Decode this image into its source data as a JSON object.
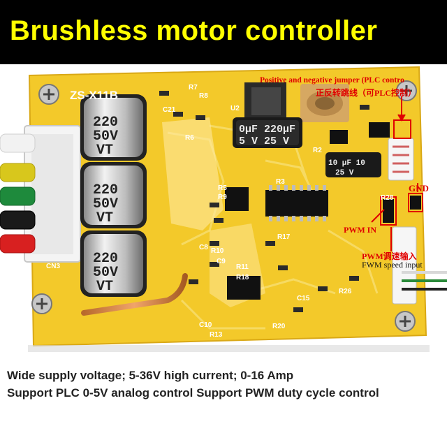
{
  "title": "Brushless motor controller",
  "board": {
    "model": "ZS-X11B",
    "capacitors": [
      {
        "line1": "220",
        "line2": "50V",
        "line3": "VT"
      },
      {
        "line1": "220",
        "line2": "50V",
        "line3": "VT"
      },
      {
        "line1": "220",
        "line2": "50V",
        "line3": "VT"
      }
    ],
    "cap_small_1": {
      "text1": "0µF 220µF",
      "text2": "5 V  25 V"
    },
    "cap_small_2": {
      "text1": "10 µF 10",
      "text2": "25 V"
    },
    "labels": [
      "R7",
      "R8",
      "C21",
      "R6",
      "U2",
      "R2",
      "R5",
      "R9",
      "R3",
      "R17",
      "R11",
      "R18",
      "R10",
      "C9",
      "C8",
      "C10",
      "R13",
      "R20",
      "R26",
      "R28",
      "CN3",
      "C15"
    ]
  },
  "annotations": {
    "jumper_en": "Positive and negative jumper (PLC contro",
    "jumper_cn": "正反转跳线（可PLC控制）",
    "gnd": "GND",
    "pwm_in": "PWM IN",
    "pwm_cn": "PWM调速输入",
    "pwm_en": "FWM speed input"
  },
  "description": {
    "line1": "Wide supply voltage; 5-36V high current; 0-16 Amp",
    "line2": "Support PLC 0-5V analog control Support PWM duty cycle control"
  },
  "colors": {
    "title_bg": "#000000",
    "title_fg": "#ffff00",
    "pcb": "#f3c92a",
    "annotation": "#e00000"
  }
}
